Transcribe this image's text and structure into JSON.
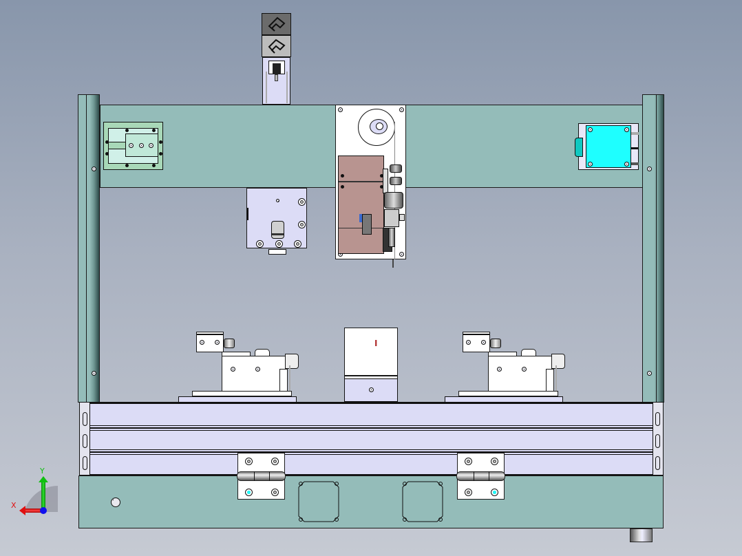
{
  "viewport": {
    "title": "CAD assembly front view",
    "background_top": "#8896ab",
    "background_bottom": "#c6cad3"
  },
  "colors": {
    "frame": "#94bcb9",
    "rail": "#dcdcf6",
    "heater_block": "#b89490",
    "proximity_sensor": "#1effff",
    "mount_plate_green": "#a8d8b8",
    "axis_x": "#e01010",
    "axis_y": "#10c010",
    "axis_z": "#1010ee"
  },
  "components": {
    "top_motor": "stepper-motor-unit",
    "center_panel": "wire-feed-module",
    "left_plate": "mounting-plate",
    "right_sensor": "proximity-sensor",
    "left_cylinder": "slide-cylinder",
    "left_fixture": "clamping-fixture-left",
    "center_box": "work-station-box",
    "right_fixture": "clamping-fixture-right",
    "left_hinge": "hinge-left",
    "right_hinge": "hinge-right",
    "left_vent": "vent-cover-left",
    "right_vent": "vent-cover-right",
    "foot": "leveling-foot"
  },
  "center_box": {
    "mark": "I"
  },
  "axis_triad": {
    "x_label": "X",
    "y_label": "Y"
  }
}
